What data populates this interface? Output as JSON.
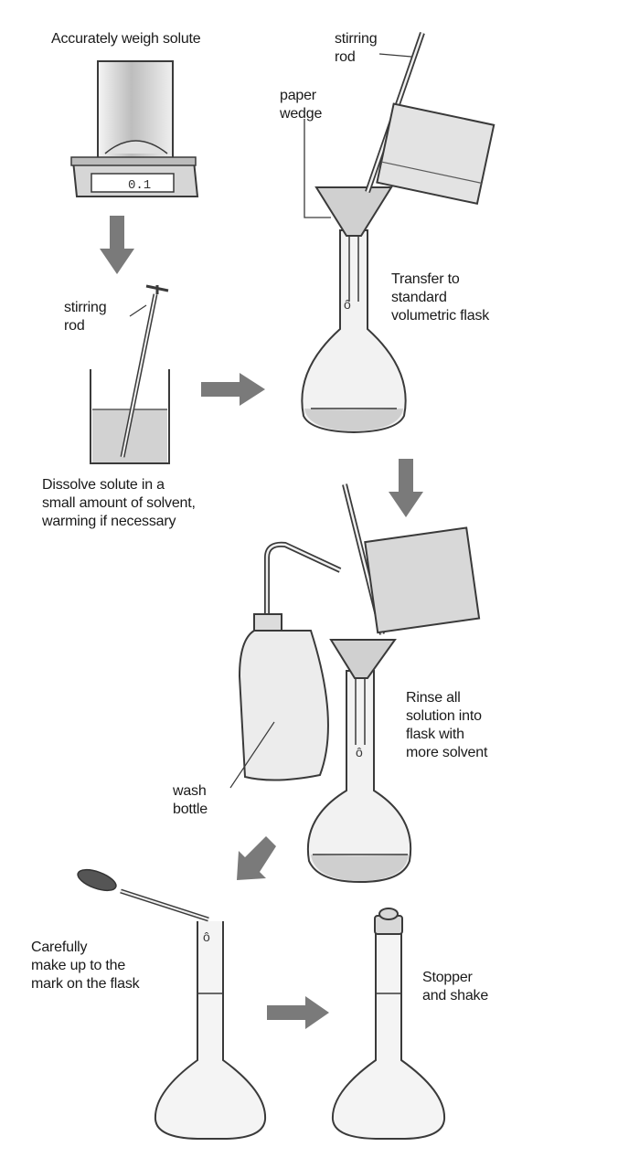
{
  "labels": {
    "weigh": "Accurately weigh solute",
    "stirring_rod_top": "stirring\nrod",
    "paper_wedge": "paper\nwedge",
    "transfer": "Transfer to\nstandard\nvolumetric flask",
    "stirring_rod_left": "stirring\nrod",
    "dissolve": "Dissolve solute in a\nsmall amount of solvent,\nwarming if necessary",
    "rinse": "Rinse all\nsolution into\nflask with\nmore solvent",
    "wash_bottle": "wash\nbottle",
    "make_up": "Carefully\nmake up to the\nmark on the flask",
    "stopper": "Stopper\nand shake"
  },
  "colors": {
    "outline": "#3a3a3a",
    "glass_fill": "#e6e6e6",
    "liquid_fill": "#cfcfcf",
    "arrow_fill": "#7a7a7a"
  }
}
